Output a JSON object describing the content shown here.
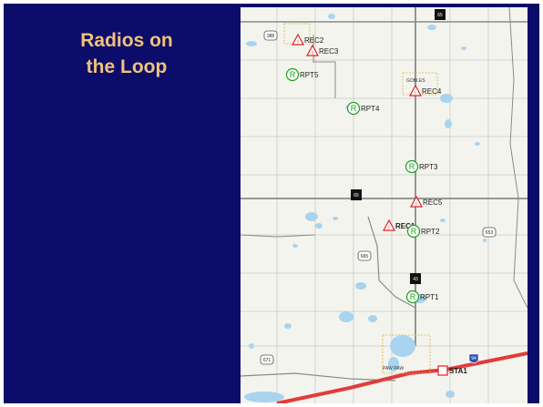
{
  "slide": {
    "title_line1": "Radios on",
    "title_line2": "the Loop",
    "colors": {
      "background": "#0c0c6a",
      "title": "#f2c27a",
      "repeater": "#1a9e1a",
      "receiver": "#e02020",
      "interstate": "#e23b3b"
    }
  },
  "map": {
    "towns": [
      "GOBLES",
      "PAW PAW"
    ],
    "shields": [
      "388",
      "65",
      "665",
      "43",
      "653",
      "671",
      "94"
    ],
    "markers": [
      {
        "label": "REC2",
        "kind": "receiver",
        "icon": "receiver-triangle-icon"
      },
      {
        "label": "REC3",
        "kind": "receiver",
        "icon": "receiver-triangle-icon"
      },
      {
        "label": "RPT5",
        "kind": "repeater",
        "icon": "repeater-circle-icon"
      },
      {
        "label": "REC4",
        "kind": "receiver",
        "icon": "receiver-triangle-icon"
      },
      {
        "label": "RPT4",
        "kind": "repeater",
        "icon": "repeater-circle-icon"
      },
      {
        "label": "RPT3",
        "kind": "repeater",
        "icon": "repeater-circle-icon"
      },
      {
        "label": "REC5",
        "kind": "receiver",
        "icon": "receiver-triangle-icon"
      },
      {
        "label": "REC1",
        "kind": "receiver",
        "icon": "receiver-triangle-icon"
      },
      {
        "label": "RPT2",
        "kind": "repeater",
        "icon": "repeater-circle-icon"
      },
      {
        "label": "RPT1",
        "kind": "repeater",
        "icon": "repeater-circle-icon"
      },
      {
        "label": "STA1",
        "kind": "station",
        "icon": "station-square-icon"
      }
    ]
  }
}
